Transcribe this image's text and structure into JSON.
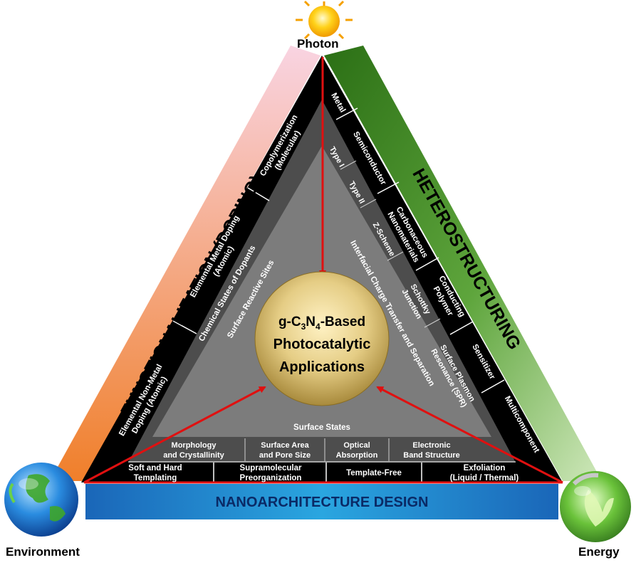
{
  "corners": {
    "top": "Photon",
    "left": "Environment",
    "right": "Energy"
  },
  "center": {
    "line1_prefix": "g-C",
    "line1_sub1": "3",
    "line1_mid": "N",
    "line1_sub2": "4",
    "line1_suffix": "-Based",
    "line2": "Photocatalytic",
    "line3": "Applications"
  },
  "sides": {
    "left_title": "FUNCTIONALIZATION (DOPING)",
    "right_title": "HETEROSTRUCTURING",
    "bottom_title": "NANOARCHITECTURE DESIGN"
  },
  "left_items": {
    "nonmetal_1": "Elemental Non-Metal",
    "nonmetal_2": "Doping (Atomic)",
    "metal_1": "Elemental Metal Doping",
    "metal_2": "(Atomic)",
    "copoly_1": "Copolymerization",
    "copoly_2": "(Molecular)"
  },
  "left_inner": {
    "chemical_states": "Chemical States of Dopants",
    "reactive_sites": "Surface Reactive Sites"
  },
  "right_items": {
    "metal": "Metal",
    "semiconductor": "Semiconductor",
    "carbon_1": "Carbonaceous",
    "carbon_2": "Nanomaterials",
    "polymer_1": "Conducting",
    "polymer_2": "Polymer",
    "sensitizer": "Sensitizer",
    "multicomponent": "Multicomponent"
  },
  "right_inner": {
    "type1": "Type I",
    "type2": "Type II",
    "zscheme": "Z-Scheme",
    "schottky_1": "Schottky",
    "schottky_2": "Junction",
    "spr_1": "Surface Plasmon",
    "spr_2": "Resonance (SPR)",
    "interfacial": "Interfacial Charge Transfer and Separation"
  },
  "bottom_inner": {
    "surface_states": "Surface States",
    "morph_1": "Morphology",
    "morph_2": "and Crystallinity",
    "area_1": "Surface Area",
    "area_2": "and Pore Size",
    "optical_1": "Optical",
    "optical_2": "Absorption",
    "band_1": "Electronic",
    "band_2": "Band Structure"
  },
  "bottom_items": {
    "templating_1": "Soft and Hard",
    "templating_2": "Templating",
    "supra_1": "Supramolecular",
    "supra_2": "Preorganization",
    "template_free": "Template-Free",
    "exfol_1": "Exfoliation",
    "exfol_2": "(Liquid / Thermal)"
  },
  "colors": {
    "left_band_top": "#f7c7d4",
    "left_band_bottom": "#f08a3c",
    "right_band_top": "#2f7d1e",
    "right_band_bottom": "#b8dca0",
    "bottom_band_left": "#1b78c8",
    "bottom_band_right": "#39c0e8",
    "black_band": "#000000",
    "dark_gray": "#4a4a4a",
    "mid_gray": "#7a7a7a",
    "arrow_red": "#e01010",
    "center_gold": "#d8c07a"
  }
}
